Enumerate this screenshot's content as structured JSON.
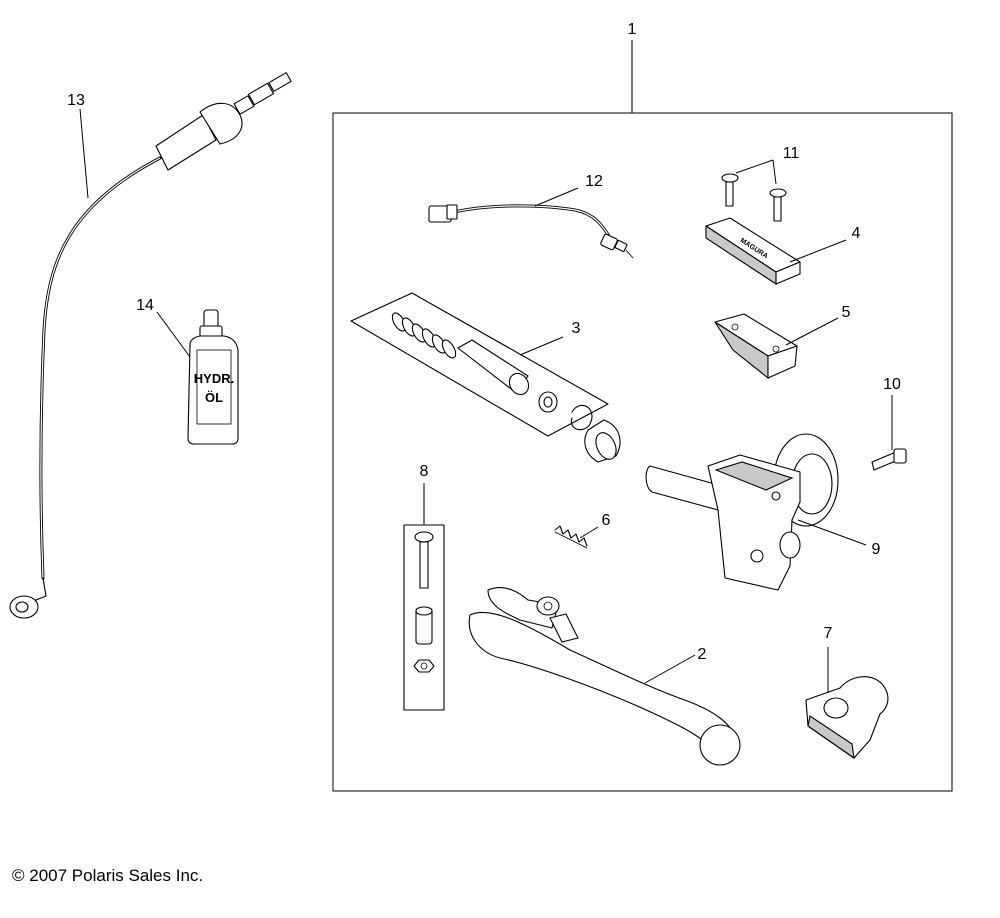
{
  "diagram": {
    "callouts": [
      {
        "id": "1",
        "label": "1"
      },
      {
        "id": "2",
        "label": "2"
      },
      {
        "id": "3",
        "label": "3"
      },
      {
        "id": "4",
        "label": "4"
      },
      {
        "id": "5",
        "label": "5"
      },
      {
        "id": "6",
        "label": "6"
      },
      {
        "id": "7",
        "label": "7"
      },
      {
        "id": "8",
        "label": "8"
      },
      {
        "id": "9",
        "label": "9"
      },
      {
        "id": "10",
        "label": "10"
      },
      {
        "id": "11",
        "label": "11"
      },
      {
        "id": "12",
        "label": "12"
      },
      {
        "id": "13",
        "label": "13"
      },
      {
        "id": "14",
        "label": "14"
      }
    ],
    "bottle_label_line1": "HYDR.",
    "bottle_label_line2": "ÖL",
    "reservoir_cap_text": "MAGURA"
  },
  "footer": {
    "copyright": "© 2007 Polaris Sales Inc."
  }
}
